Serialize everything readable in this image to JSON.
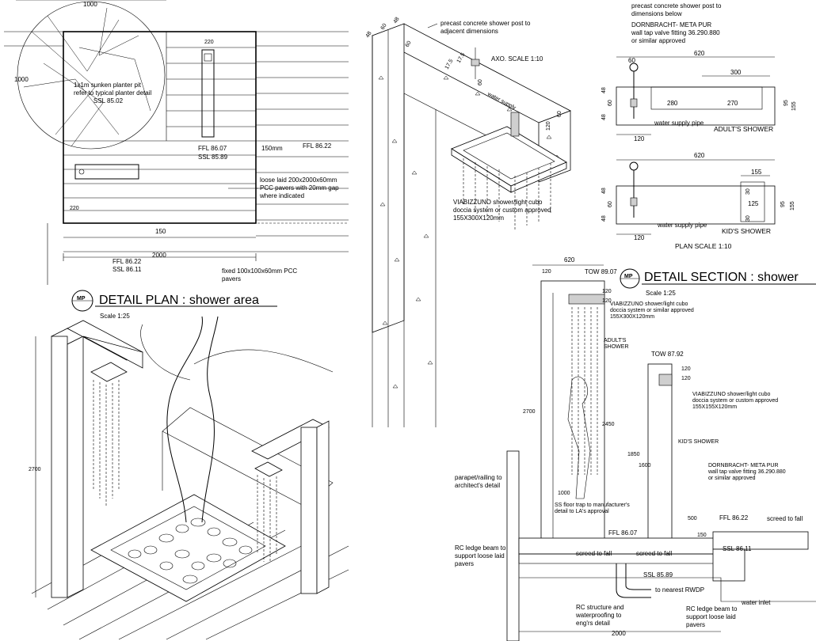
{
  "plan": {
    "title": "DETAIL PLAN : shower area",
    "badge": "MP",
    "scale": "Scale 1:25",
    "dim_top": "1000",
    "dim_left": "1000",
    "dim_220_top": "220",
    "dim_220_left": "220",
    "dim_150": "150",
    "dim_150mm": "150mm",
    "dim_2000": "2000",
    "note_planter_1": "1x1m sunken planter pit",
    "note_planter_2": "refer to typical planter detail",
    "note_planter_3": "SSL 85.02",
    "ffl_1": "FFL 86.07",
    "ssl_1": "SSL 85.89",
    "ffl_2": "FFL 86.22",
    "note_pavers_1": "loose laid 200x2000x60mm",
    "note_pavers_2": "PCC pavers with 20mm gap",
    "note_pavers_3": "where indicated",
    "ffl_3": "FFL 86.22",
    "ssl_3": "SSL 86.11",
    "note_fixed_1": "fixed 100x100x60mm PCC",
    "note_fixed_2": "pavers"
  },
  "axo": {
    "note_post_1": "precast concrete shower post to",
    "note_post_2": "adjacent dimensions",
    "scale": "AXO. SCALE 1:10",
    "dim_a": "48",
    "dim_b": "60",
    "dim_c": "48",
    "dim_d": "60",
    "dim_e": "17.5",
    "dim_f": "17.5",
    "dim_g": "60",
    "dim_h": "120",
    "dim_i": "60",
    "note_water": "water supply",
    "note_viab_1": "VIABIZZUNO shower/light cubo",
    "note_viab_2": "doccia system or custom approved",
    "note_viab_3": "155X300X120mm"
  },
  "plan_sections": {
    "top_note_1": "precast concrete shower post to",
    "top_note_2": "dimensions below",
    "brand_1": "DORNBRACHT- META PUR",
    "brand_2": "wall tap valve fitting 36.290.880",
    "brand_3": "or similar approved",
    "adult_620": "620",
    "adult_60": "60",
    "adult_300": "300",
    "adult_48a": "48",
    "adult_60b": "60",
    "adult_48c": "48",
    "adult_280": "280",
    "adult_270": "270",
    "adult_95": "95",
    "adult_155": "155",
    "adult_pipe": "water supply pipe",
    "adult_title": "ADULT'S SHOWER",
    "adult_120": "120",
    "kid_620": "620",
    "kid_155": "155",
    "kid_48a": "48",
    "kid_60": "60",
    "kid_48b": "48",
    "kid_30a": "30",
    "kid_125": "125",
    "kid_30b": "30",
    "kid_95": "95",
    "kid_155b": "155",
    "kid_pipe": "water supply pipe",
    "kid_title": "KID'S SHOWER",
    "kid_120": "120",
    "scale": "PLAN SCALE 1:10"
  },
  "section": {
    "title": "DETAIL SECTION : shower",
    "badge": "MP",
    "scale": "Scale 1:25",
    "dim_620": "620",
    "dim_120a": "120",
    "tow_1": "TOW 89.07",
    "dim_120b": "120",
    "dim_120c": "120",
    "viab_a1": "VIABIZZUNO shower/light cubo",
    "viab_a2": "doccia system or similar approved",
    "viab_a3": "155X300X120mm",
    "adult_lbl_1": "ADULT'S",
    "adult_lbl_2": "SHOWER",
    "tow_2": "TOW 87.92",
    "dim_120d": "120",
    "dim_120e": "120",
    "viab_b1": "VIABIZZUNO shower/light cubo",
    "viab_b2": "doccia system or custom approved",
    "viab_b3": "155X155X120mm",
    "dim_2700": "2700",
    "dim_2450": "2450",
    "kid_lbl": "KID'S SHOWER",
    "dim_1850": "1850",
    "dim_1600": "1600",
    "dorn_1": "DORNBRACHT- META PUR",
    "dorn_2": "wall tap valve fitting 36.290.880",
    "dorn_3": "or similar approved",
    "dim_1000": "1000",
    "parapet_1": "parapet/railing to",
    "parapet_2": "architect's detail",
    "trap_1": "SS floor trap to manufacturer's",
    "trap_2": "detail to LA's approval",
    "dim_500": "500",
    "ffl_r": "FFL 86.22",
    "screed_r": "screed to fall",
    "dim_150": "150",
    "ffl_m": "FFL 86.07",
    "ssl_r": "SSL 86.11",
    "rc_1": "RC ledge beam to",
    "rc_2": "support loose laid",
    "rc_3": "pavers",
    "screed_a": "screed to fall",
    "screed_b": "screed to fall",
    "ssl_m": "SSL 85.89",
    "rwdp": "to nearest RWDP",
    "inlet": "water inlet",
    "rcs_1": "RC structure and",
    "rcs_2": "waterproofing to",
    "rcs_3": "eng'rs detail",
    "rcr_1": "RC ledge beam to",
    "rcr_2": "support loose laid",
    "rcr_3": "pavers",
    "dim_2000": "2000"
  },
  "iso": {
    "dim_2700": "2700"
  }
}
